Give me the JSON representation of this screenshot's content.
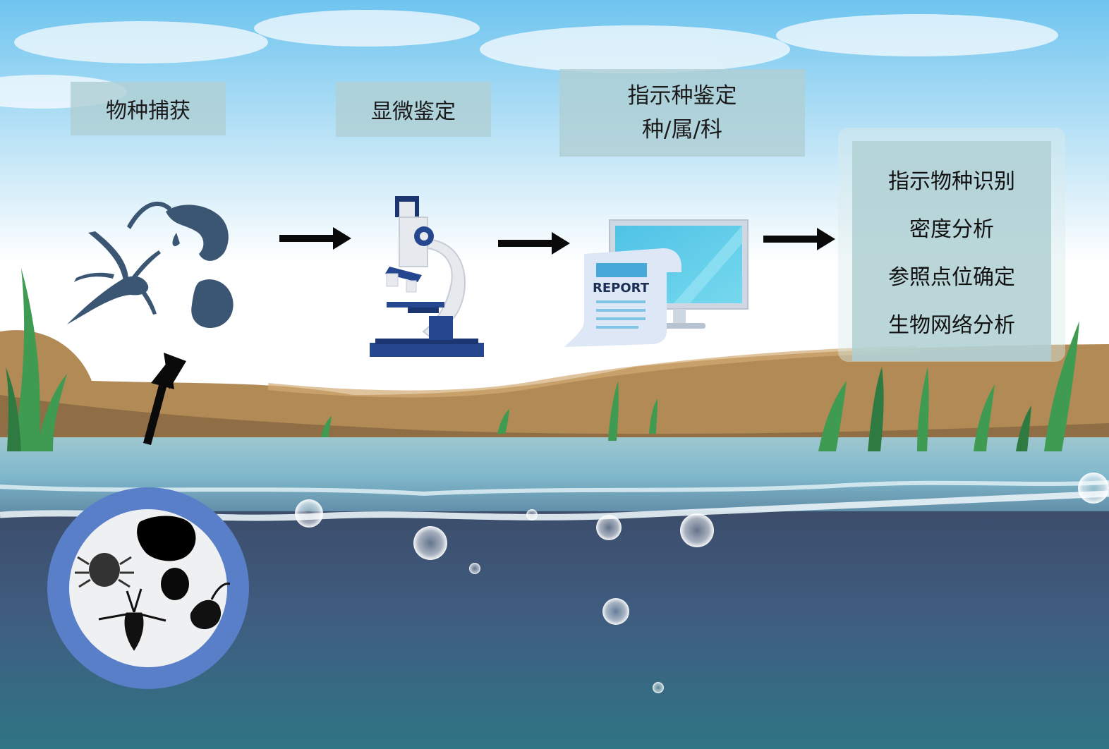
{
  "steps": {
    "capture": {
      "label": "物种捕获"
    },
    "microscopy": {
      "label": "显微鉴定"
    },
    "indicator": {
      "line1": "指示种鉴定",
      "line2": "种/属/科"
    },
    "results": {
      "items": [
        "指示物种识别",
        "密度分析",
        "参照点位确定",
        "生物网络分析"
      ]
    }
  },
  "report": {
    "label": "REPORT"
  },
  "icons": {
    "capture": "aquatic-insect-silhouettes-icon",
    "microscope": "microscope-icon",
    "report": "report-document-icon",
    "monitor": "computer-monitor-icon",
    "sample": "sample-dish-icon"
  },
  "colors": {
    "sky_top": "#7cc8ee",
    "label_bg": "#b0d0d4",
    "water_dark": "#3a4f70",
    "water_teal": "#3d7b8a",
    "bank": "#b18a55",
    "grass": "#3f9a52",
    "silhouette": "#3b5673",
    "microscope_blue": "#24478f",
    "dish_ring": "#5a7fc9"
  }
}
